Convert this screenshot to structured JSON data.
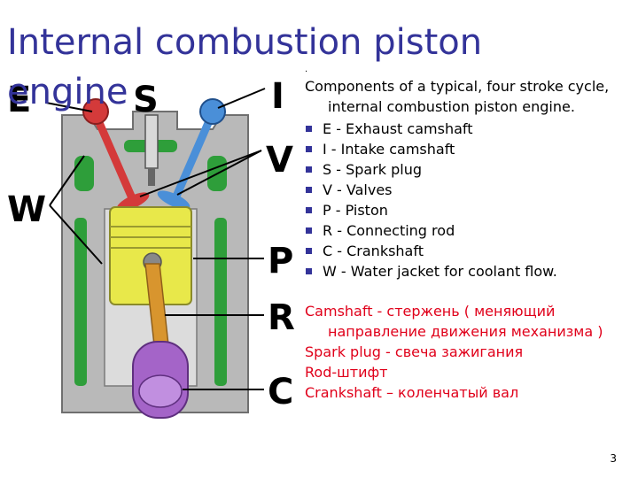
{
  "slide": {
    "title": "Internal combustion piston engine",
    "dot_marker": ".",
    "intro": "Components of a typical, four stroke cycle, internal combustion piston engine.",
    "components": [
      "E - Exhaust camshaft",
      "I - Intake camshaft",
      "S - Spark plug",
      "V - Valves",
      "P - Piston",
      "R - Connecting rod",
      "C - Crankshaft",
      "W - Water jacket for coolant flow."
    ],
    "notes": [
      "Camshaft - стержень ( меняющий направление движения механизма )",
      "Spark plug - свеча зажигания",
      "Rod-штифт",
      "Crankshaft – коленчатый вал"
    ],
    "page_number": "3"
  },
  "diagram": {
    "labels": {
      "E": "E",
      "S": "S",
      "I": "I",
      "V": "V",
      "W": "W",
      "P": "P",
      "R": "R",
      "C": "C"
    },
    "colors": {
      "block": "#b9b9b9",
      "block_dark": "#8a8a8a",
      "water": "#2e9e3a",
      "piston": "#e8e84a",
      "exhaust": "#d43a3a",
      "intake": "#4a8fd8",
      "rod": "#d8952e",
      "crank": "#a464c8",
      "title": "#333399",
      "notes": "#e0001a"
    }
  }
}
